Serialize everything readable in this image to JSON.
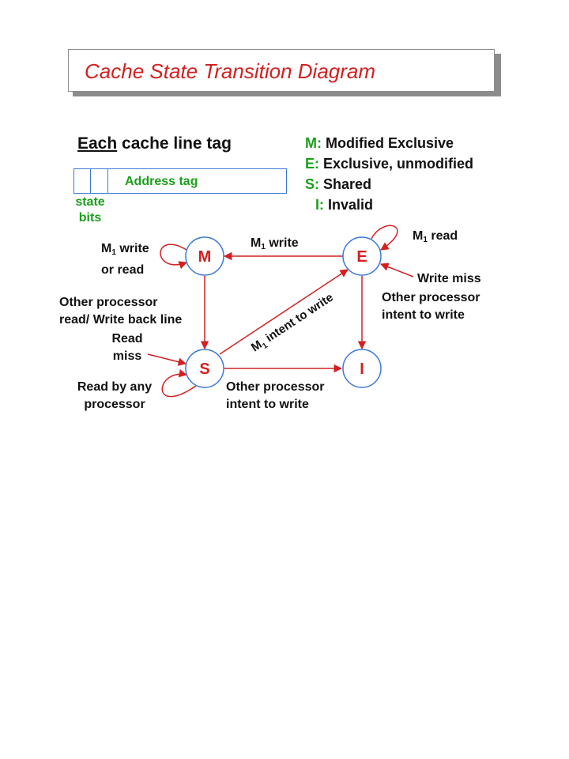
{
  "title": "Cache State Transition Diagram",
  "heading": {
    "emphasis": "Each",
    "rest": " cache line tag"
  },
  "tag_field": {
    "address_label": "Address tag",
    "state_label_1": "state",
    "state_label_2": "bits"
  },
  "legend": [
    {
      "key": "M:",
      "text": " Modified Exclusive"
    },
    {
      "key": "E:",
      "text": " Exclusive, unmodified"
    },
    {
      "key": "S:",
      "text": " Shared"
    },
    {
      "key": "I:",
      "text": " Invalid"
    }
  ],
  "states": {
    "m": "M",
    "e": "E",
    "s": "S",
    "i": "I"
  },
  "labels": {
    "m_self_1": "M",
    "m_self_sub": "1",
    "m_self_2": " write",
    "m_self_3": "or read",
    "e_to_m_1": "M",
    "e_to_m_sub": "1",
    "e_to_m_2": " write",
    "e_self_1": "M",
    "e_self_sub": "1",
    "e_self_2": " read",
    "write_miss": "Write miss",
    "e_to_i_1": "Other processor",
    "e_to_i_2": "intent to write",
    "m_to_s_1": "Other processor",
    "m_to_s_2": "read/ Write back line",
    "read_miss_1": "Read",
    "read_miss_2": "miss",
    "s_to_e_1": "M",
    "s_to_e_sub": "1",
    "s_to_e_2": " intent to write",
    "s_self_1": "Read by any",
    "s_self_2": "processor",
    "s_to_i_1": "Other processor",
    "s_to_i_2": "intent to write"
  },
  "colors": {
    "title": "#d42020",
    "accent": "#1aa01a",
    "node_border": "#3a78d8",
    "arrow": "#d42020"
  }
}
